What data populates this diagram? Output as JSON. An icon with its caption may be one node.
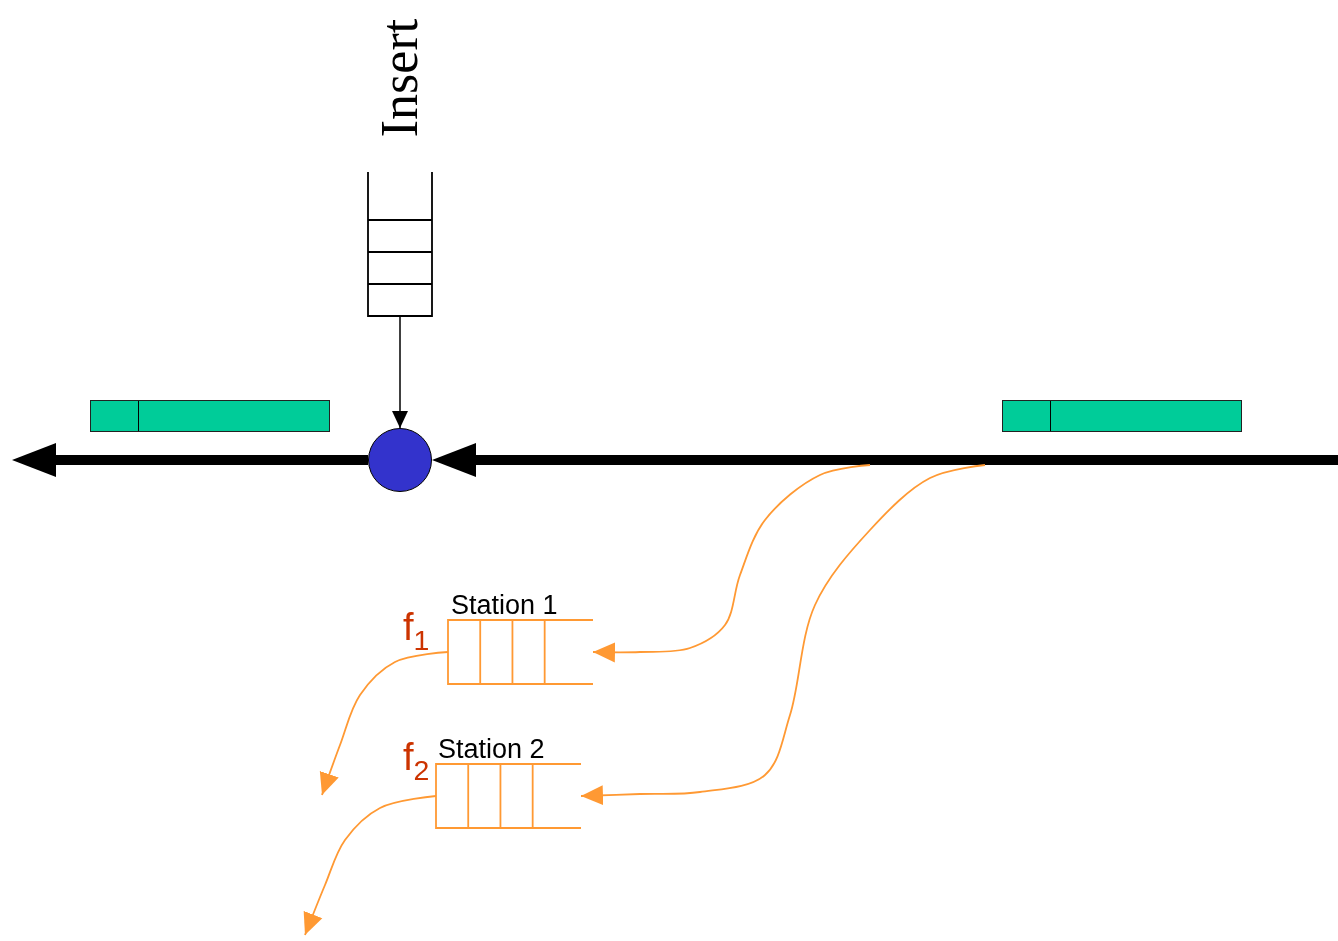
{
  "diagram": {
    "nodes": [
      {
        "text": [
          "Insert"
        ]
      },
      {
        "text": [],
        "shape": "circle"
      },
      {
        "text": [],
        "shape": "bar"
      },
      {
        "text": [],
        "shape": "bar"
      },
      {
        "text": [
          "Station 1"
        ],
        "beside": [
          "f$_{1}$"
        ]
      },
      {
        "text": [
          "Station 2"
        ],
        "beside": [
          "f$_{2}$"
        ]
      }
    ],
    "edges": [
      {
        "from": 0,
        "to": 1,
        "arrow": "to",
        "color": "#000000"
      },
      {
        "from": null,
        "to": 1,
        "arrow": "to",
        "style": "thick",
        "color": "#000000"
      },
      {
        "from": 1,
        "to": null,
        "arrow": "to",
        "style": "thick",
        "color": "#000000"
      },
      {
        "from": null,
        "to": 4,
        "arrow": "to",
        "color": "#ff9933"
      },
      {
        "from": null,
        "to": 5,
        "arrow": "to",
        "color": "#ff9933"
      },
      {
        "from": 4,
        "to": null,
        "arrow": "to",
        "color": "#ff9933"
      },
      {
        "from": 5,
        "to": null,
        "arrow": "to",
        "color": "#ff9933"
      }
    ]
  }
}
